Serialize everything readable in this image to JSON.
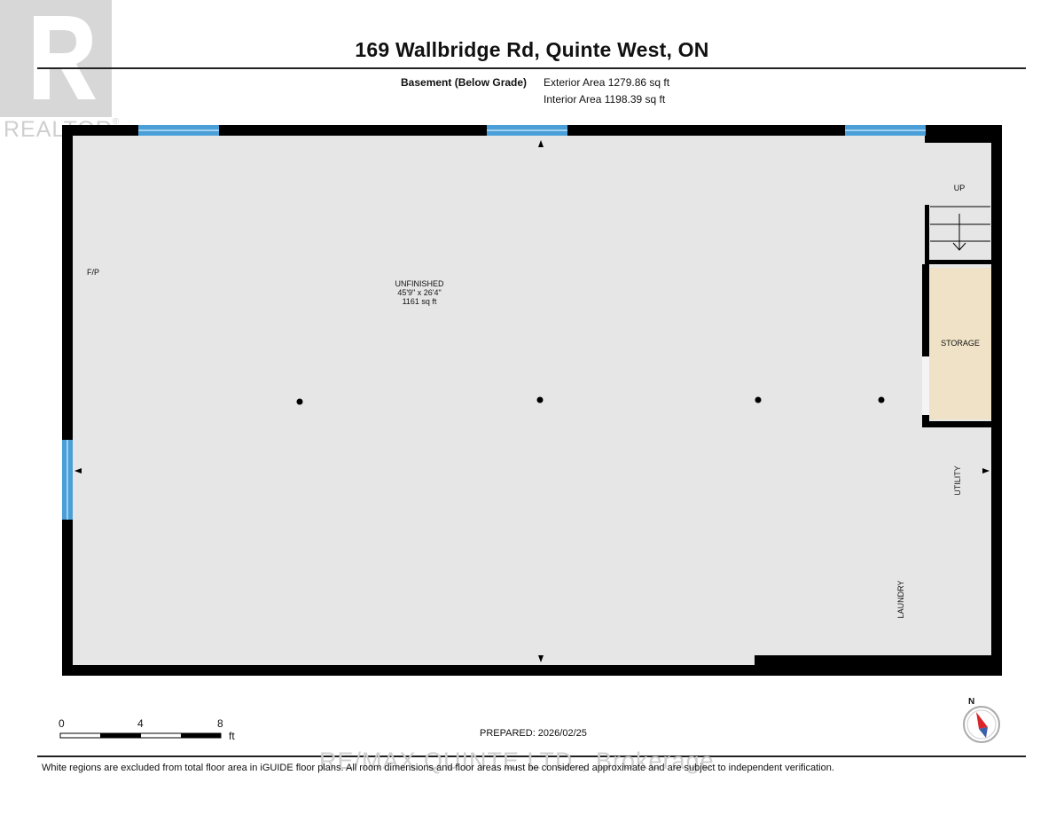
{
  "header": {
    "title": "169 Wallbridge Rd, Quinte West, ON",
    "level_label": "Basement (Below Grade)",
    "exterior_area": "Exterior Area 1279.86 sq ft",
    "interior_area": "Interior Area 1198.39 sq ft"
  },
  "watermark": {
    "logo_text": "REALTOR",
    "brokerage": "RE/MAX QUINTE LTD., Brokerage"
  },
  "rooms": {
    "main": {
      "name": "UNFINISHED",
      "dims": "45'9\" x 26'4\"",
      "area": "1161 sq ft"
    },
    "fp": "F/P",
    "up": "UP",
    "storage": "STORAGE",
    "utility": "UTILITY",
    "laundry": "LAUNDRY"
  },
  "scale": {
    "ticks": [
      "0",
      "4",
      "8"
    ],
    "unit": "ft"
  },
  "compass": {
    "north": "N"
  },
  "prepared": "PREPARED: 2026/02/25",
  "footer": {
    "note": "White regions are excluded from total floor area in iGUIDE floor plans. All room dimensions and floor areas must be considered approximate and are subject to independent verification."
  },
  "colors": {
    "floor": "#e6e6e6",
    "wall": "#000000",
    "window": "#4a9fd8",
    "storage": "#efe2c6",
    "watermark": "#cfcfcf"
  }
}
